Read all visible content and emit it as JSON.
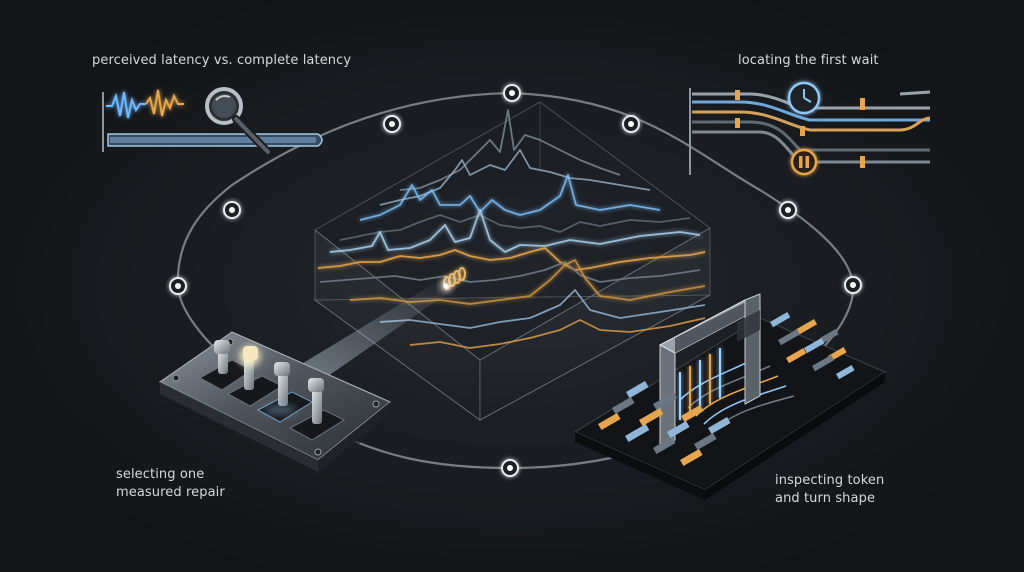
{
  "labels": {
    "top_left": "perceived latency vs. complete latency",
    "top_right": "locating the first wait",
    "bottom_left_line1": "selecting one",
    "bottom_left_line2": "measured repair",
    "bottom_right_line1": "inspecting token",
    "bottom_right_line2": "and turn shape"
  },
  "icons": {
    "top_left": "waveform-magnifier-icon",
    "top_right": "timeline-clock-pause-icon",
    "bottom_left": "lever-switch-panel-icon",
    "bottom_right": "token-gate-icon",
    "center": "layered-waveform-panel"
  },
  "colors": {
    "background": "#14171b",
    "loop": "#c9ced4",
    "accent_blue": "#7fc4ff",
    "accent_orange": "#e7a64e",
    "text": "#d6d8db"
  }
}
